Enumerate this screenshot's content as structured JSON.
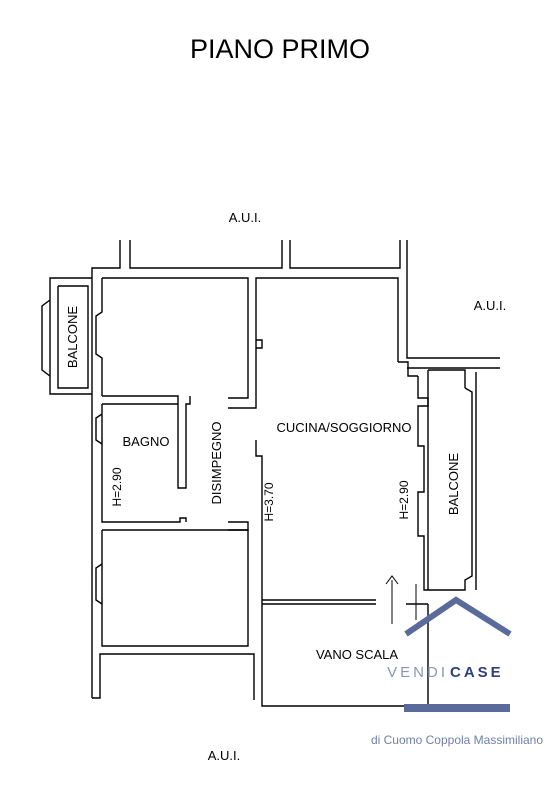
{
  "plan": {
    "title": "PIANO PRIMO",
    "neighbors": {
      "top": "A.U.I.",
      "right": "A.U.I.",
      "bottom": "A.U.I."
    },
    "rooms": {
      "balcone_left": "BALCONE",
      "bagno": "BAGNO",
      "disimpegno": "DISIMPEGNO",
      "cucina": "CUCINA/SOGGIORNO",
      "balcone_right": "BALCONE",
      "vano_scala": "VANO SCALA"
    },
    "heights": {
      "bagno": "H=2.90",
      "disimpegno": "H=3.70",
      "cucina": "H=2.90"
    }
  },
  "brand": {
    "name_left": "VENDI",
    "name_right": "CASE",
    "tagline": "di Cuomo Coppola Massimiliano",
    "colors": {
      "roof": "#5a6a9a",
      "vendi": "#8a96b8",
      "case": "#2e3f7a",
      "tagline": "#7080a8"
    }
  }
}
